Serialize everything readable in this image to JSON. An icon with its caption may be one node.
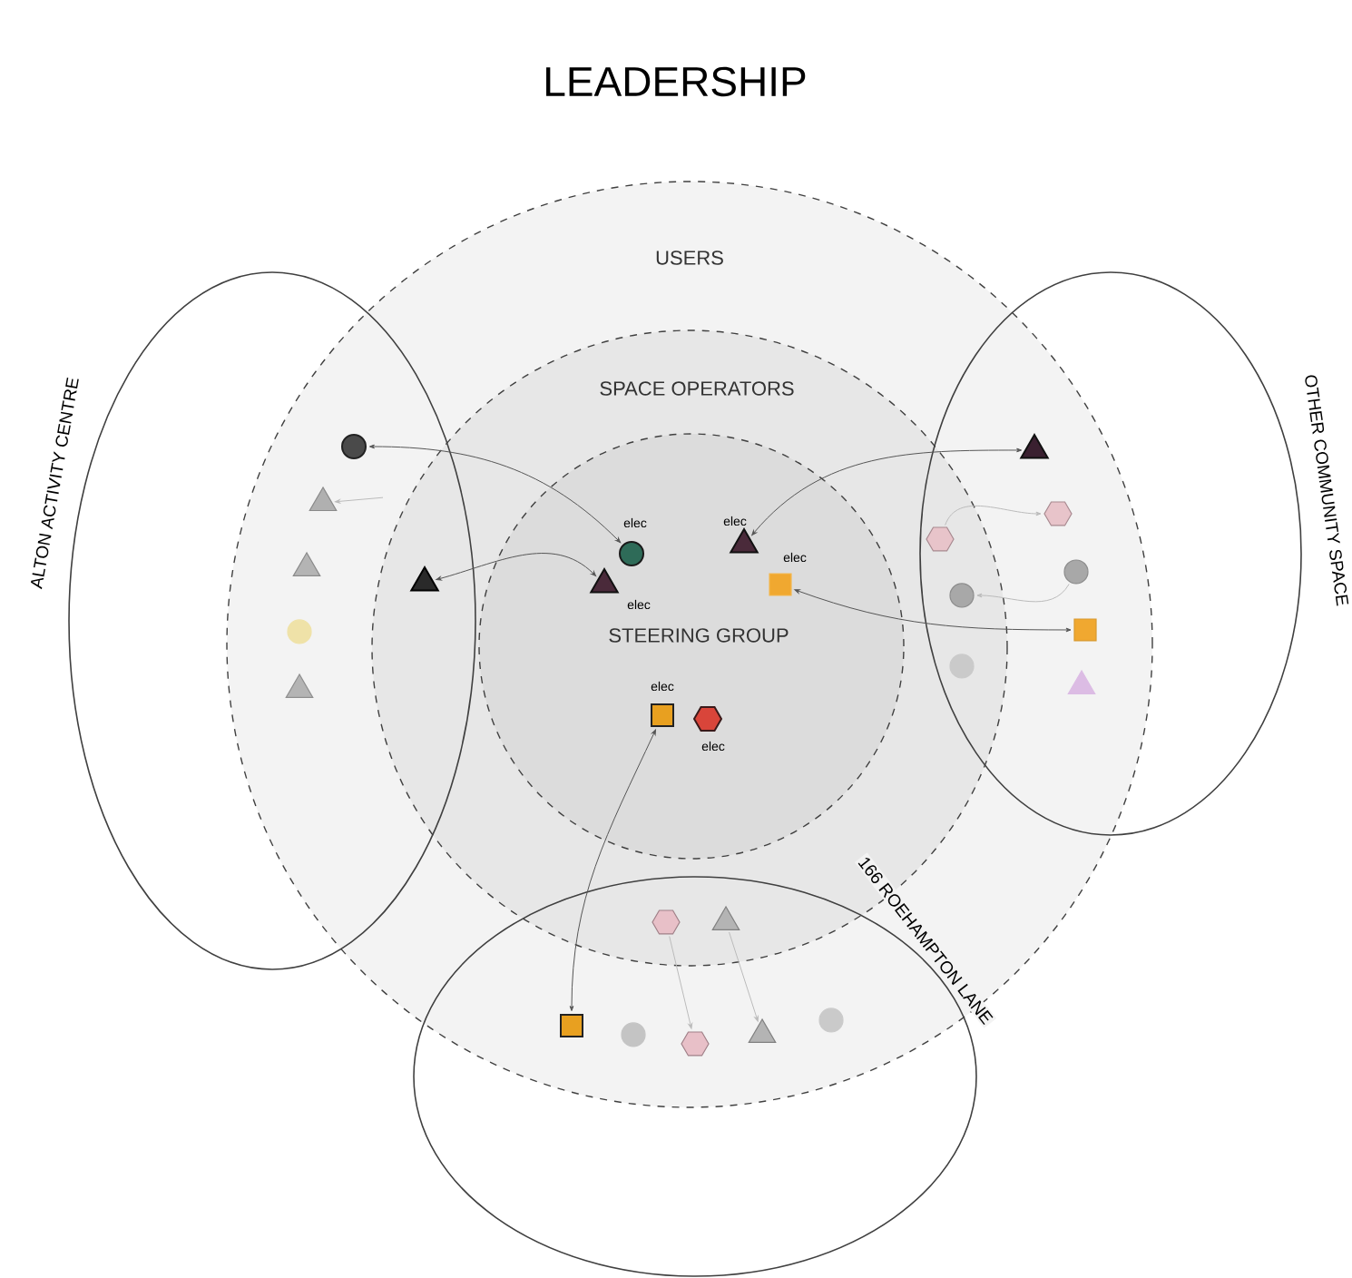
{
  "diagram": {
    "title": "LEADERSHIP",
    "nodes": [
      {
        "text": [
          "USERS"
        ]
      },
      {
        "text": [
          "SPACE OPERATORS"
        ],
        "in": 0
      },
      {
        "text": [
          "STEERING GROUP"
        ],
        "in": 1
      },
      {
        "text": [],
        "shape": "circle",
        "in": 0
      },
      {
        "text": [],
        "shape": "triangle",
        "in": 0
      },
      {
        "text": [],
        "shape": "triangle",
        "in": 0
      },
      {
        "text": [],
        "shape": "circle",
        "in": 0
      },
      {
        "text": [],
        "shape": "triangle",
        "in": 0
      },
      {
        "text": [],
        "shape": "triangle",
        "in": 1
      },
      {
        "text": [],
        "shape": "circle",
        "beside": [
          "elec"
        ],
        "in": 2
      },
      {
        "text": [],
        "shape": "triangle",
        "beside": [
          "elec"
        ],
        "in": 2
      },
      {
        "text": [],
        "shape": "triangle",
        "beside": [
          "elec"
        ],
        "in": 2
      },
      {
        "text": [],
        "shape": "box",
        "beside": [
          "elec"
        ],
        "in": 2
      },
      {
        "text": [],
        "shape": "box",
        "beside": [
          "elec"
        ],
        "in": 2
      },
      {
        "text": [],
        "shape": "hexagon",
        "beside": [
          "elec"
        ],
        "in": 2
      },
      {
        "text": [],
        "shape": "triangle",
        "in": 0
      },
      {
        "text": [],
        "shape": "hexagon",
        "in": 0
      },
      {
        "text": [],
        "shape": "hexagon",
        "in": 1
      },
      {
        "text": [],
        "shape": "circle",
        "in": 0
      },
      {
        "text": [],
        "shape": "circle",
        "in": 1
      },
      {
        "text": [],
        "shape": "box",
        "in": 0
      },
      {
        "text": [],
        "shape": "circle",
        "in": 1
      },
      {
        "text": [],
        "shape": "triangle",
        "in": 0
      },
      {
        "text": [],
        "shape": "hexagon",
        "in": 1
      },
      {
        "text": [],
        "shape": "triangle",
        "in": 1
      },
      {
        "text": [],
        "shape": "box",
        "in": 0
      },
      {
        "text": [],
        "shape": "circle",
        "in": 0
      },
      {
        "text": [],
        "shape": "hexagon",
        "in": 0
      },
      {
        "text": [],
        "shape": "triangle",
        "in": 0
      },
      {
        "text": [],
        "shape": "circle",
        "in": 0
      }
    ],
    "edges": [
      {
        "from": 9,
        "to": 3,
        "arrow": "both"
      },
      {
        "from": 10,
        "to": 8,
        "arrow": "both"
      },
      {
        "from": 11,
        "to": 15,
        "arrow": "both"
      },
      {
        "from": 12,
        "to": 20,
        "arrow": "both"
      },
      {
        "from": 13,
        "to": 25,
        "arrow": "both"
      },
      {
        "from": null,
        "to": 4,
        "arrow": "to",
        "color": "#bbbbbb"
      },
      {
        "from": 17,
        "to": 16,
        "arrow": "to",
        "color": "#bbbbbb"
      },
      {
        "from": 18,
        "to": 19,
        "arrow": "to",
        "color": "#bbbbbb"
      },
      {
        "from": 23,
        "to": 27,
        "arrow": "to",
        "color": "#bbbbbb"
      },
      {
        "from": 24,
        "to": 28,
        "arrow": "to",
        "color": "#bbbbbb"
      }
    ],
    "labels": [
      "ALTON ACTIVITY CENTRE",
      "OTHER COMMUNITY SPACE",
      "166 ROEHAMPTON LANE"
    ]
  }
}
